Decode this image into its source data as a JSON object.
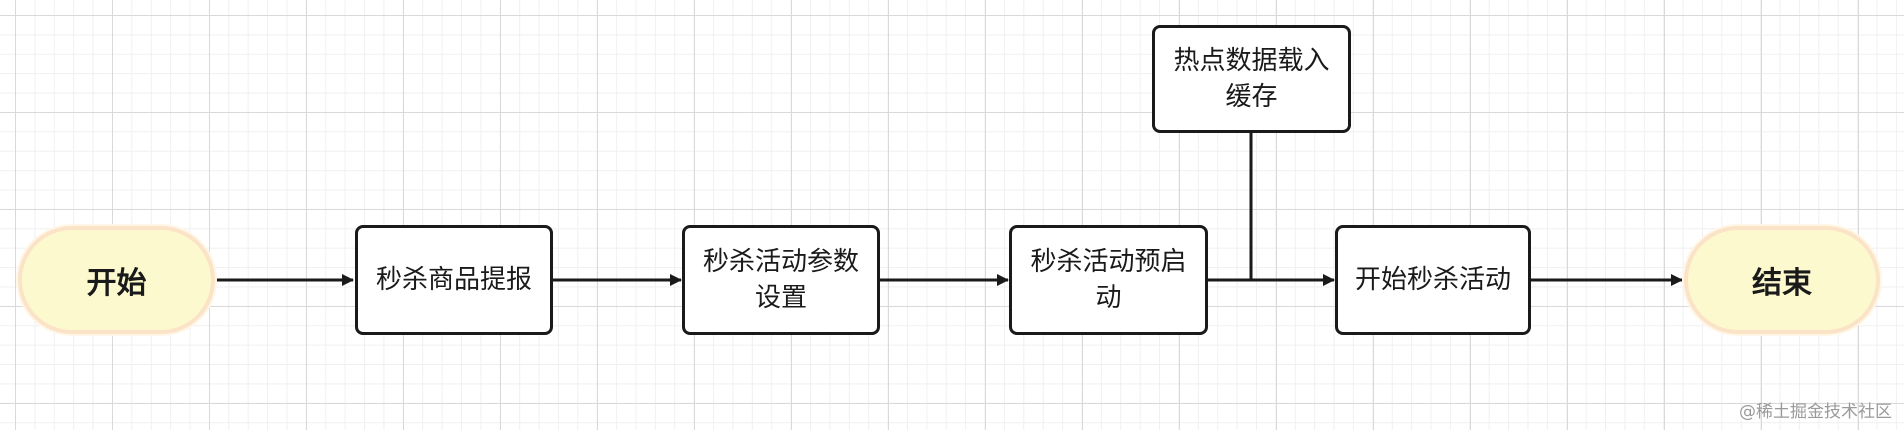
{
  "nodes": {
    "start": {
      "label": "开始"
    },
    "submit": {
      "label": "秒杀商品提报"
    },
    "params": {
      "label": "秒杀活动参数\n设置"
    },
    "preheat": {
      "label": "秒杀活动预启\n动"
    },
    "cache": {
      "label": "热点数据载入\n缓存"
    },
    "begin": {
      "label": "开始秒杀活动"
    },
    "end": {
      "label": "结束"
    }
  },
  "colors": {
    "terminal_fill": "#fdf9cf",
    "terminal_border": "#fbe3c8",
    "stroke": "#1a1a1a"
  },
  "watermark": "@稀土掘金技术社区"
}
